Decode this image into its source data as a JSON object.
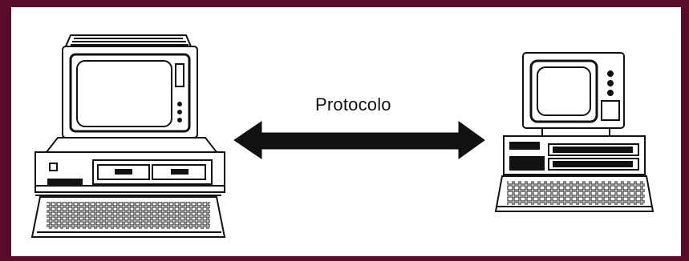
{
  "diagram": {
    "arrow_label": "Protocolo",
    "colors": {
      "frame": "#5a0a2a",
      "background": "#ffffff",
      "ink": "#111111"
    },
    "nodes": [
      {
        "id": "computer-left",
        "icon": "desktop-computer-icon"
      },
      {
        "id": "computer-right",
        "icon": "personal-computer-icon"
      }
    ],
    "connection": {
      "type": "bidirectional-arrow",
      "from": "computer-left",
      "to": "computer-right"
    }
  }
}
